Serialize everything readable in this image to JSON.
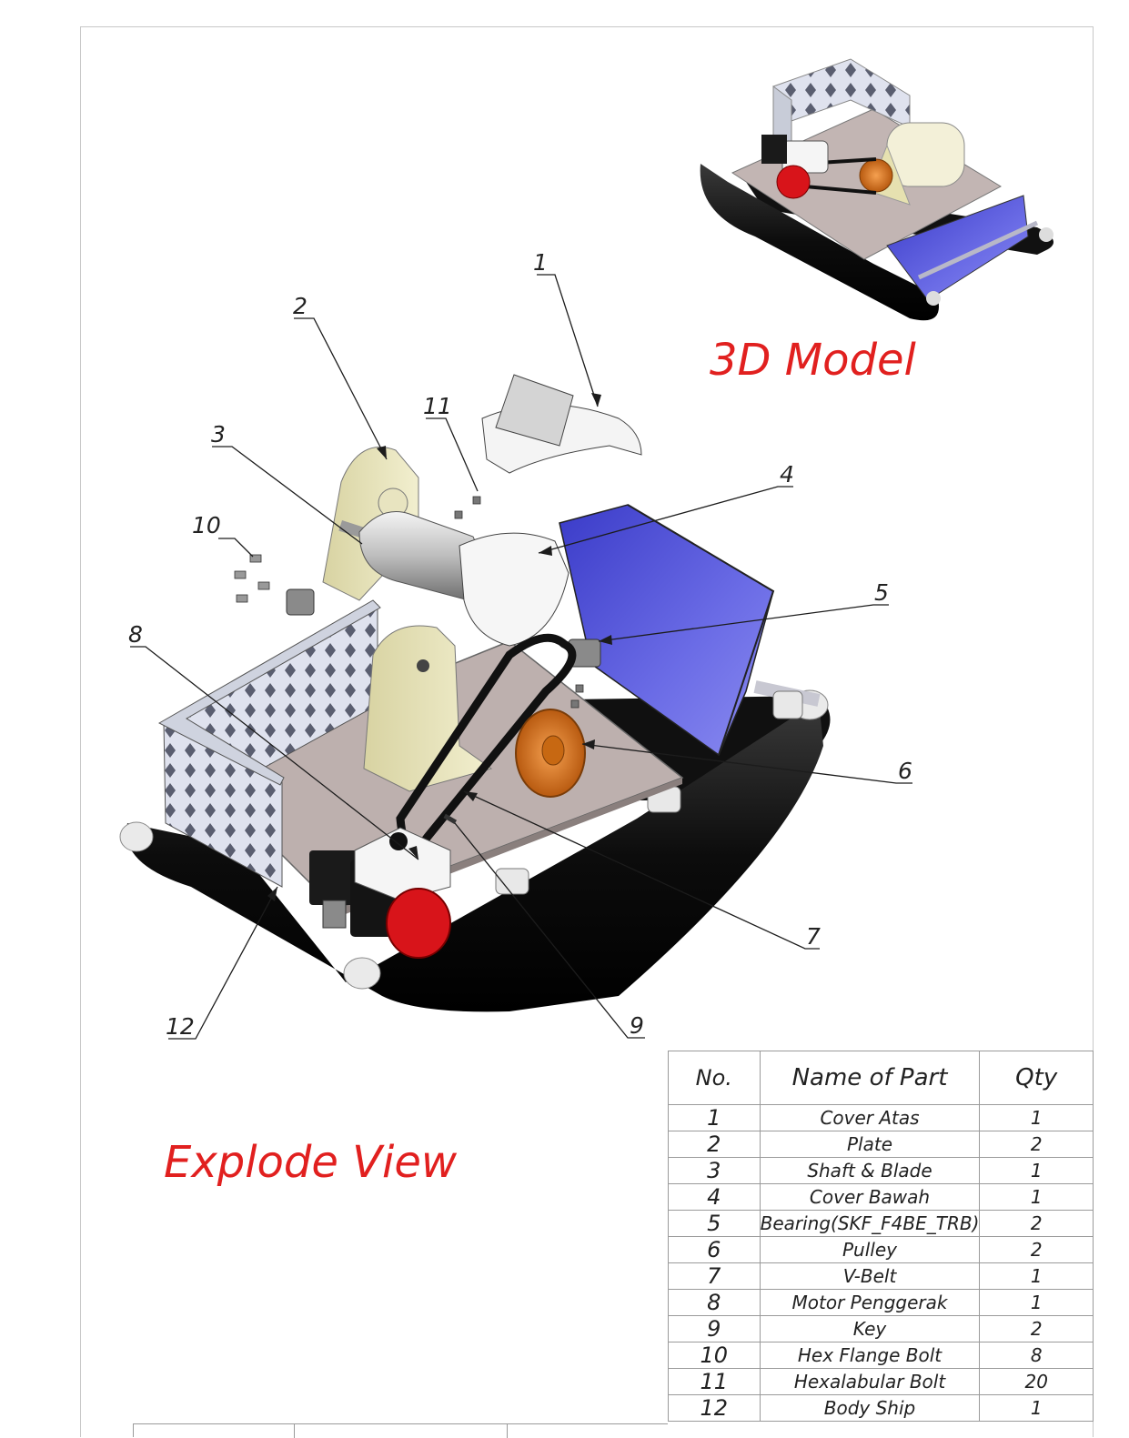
{
  "titles": {
    "model": "3D Model",
    "explode": "Explode View"
  },
  "callouts": [
    "1",
    "2",
    "3",
    "4",
    "5",
    "6",
    "7",
    "8",
    "9",
    "10",
    "11",
    "12"
  ],
  "bom": {
    "headers": {
      "no": "No.",
      "name": "Name of Part",
      "qty": "Qty"
    },
    "rows": [
      {
        "no": "1",
        "name": "Cover Atas",
        "qty": "1"
      },
      {
        "no": "2",
        "name": "Plate",
        "qty": "2"
      },
      {
        "no": "3",
        "name": "Shaft & Blade",
        "qty": "1"
      },
      {
        "no": "4",
        "name": "Cover Bawah",
        "qty": "1"
      },
      {
        "no": "5",
        "name": "Bearing(SKF_F4BE_TRB)",
        "qty": "2"
      },
      {
        "no": "6",
        "name": "Pulley",
        "qty": "2"
      },
      {
        "no": "7",
        "name": "V-Belt",
        "qty": "1"
      },
      {
        "no": "8",
        "name": "Motor Penggerak",
        "qty": "1"
      },
      {
        "no": "9",
        "name": "Key",
        "qty": "2"
      },
      {
        "no": "10",
        "name": "Hex Flange Bolt",
        "qty": "8"
      },
      {
        "no": "11",
        "name": "Hexalabular Bolt",
        "qty": "20"
      },
      {
        "no": "12",
        "name": "Body Ship",
        "qty": "1"
      }
    ]
  },
  "colors": {
    "title_red": "#e1201f",
    "pontoon": "#111111",
    "deck": "#bfb0ae",
    "frame": "#e6e2b4",
    "chute": "#5b5cdc",
    "pulley": "#e07818",
    "engine_red": "#d8141a",
    "grate": "#d4d8e6"
  }
}
